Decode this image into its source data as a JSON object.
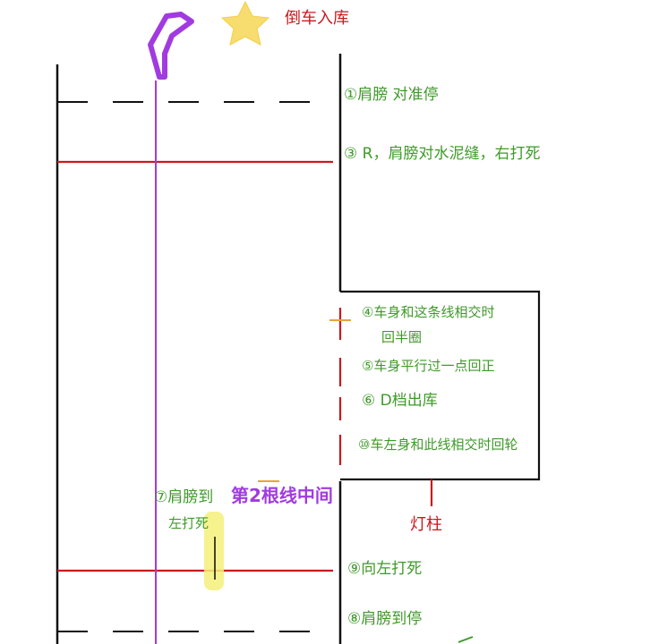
{
  "header": {
    "title": "倒车入库"
  },
  "steps": {
    "s1": "①肩膀 对准停",
    "s2": "③ R，肩膀对水泥缝，右打死",
    "s4a": "④车身和这条线相交时",
    "s4b": "回半圈",
    "s5": "⑤车身平行过一点回正",
    "s6": "⑥ D档出库",
    "s10": "⑩车左身和此线相交时回轮",
    "s7a": "⑦肩膀到",
    "s7b": "第2根线中间",
    "s7c": "左打死",
    "s9": "⑨向左打死",
    "s8": "⑧肩膀到停"
  },
  "labels": {
    "lamp_post": "灯柱"
  },
  "colors": {
    "line": "#111111",
    "red": "#c8191e",
    "green": "#3f9a2a",
    "purple": "#a13be0",
    "orange": "#e8a23a",
    "star": "#f7dc6f",
    "highlight": "#f4f07a"
  }
}
